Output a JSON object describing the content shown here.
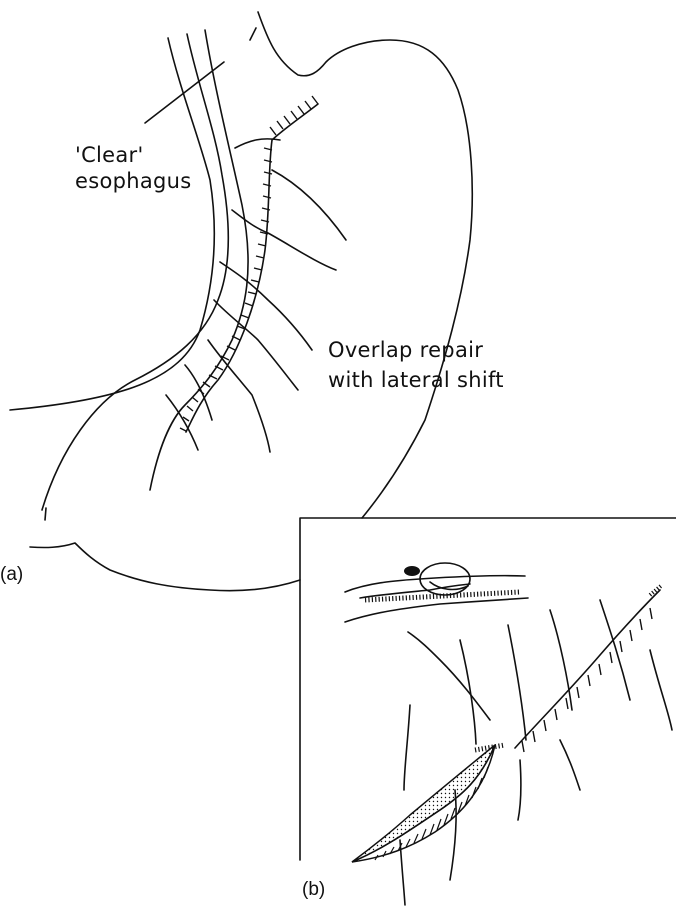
{
  "labels": {
    "clear_line1": "'Clear'",
    "clear_line2": "esophagus",
    "overlap_line1": "Overlap repair",
    "overlap_line2": "with lateral shift"
  },
  "panels": {
    "a": "(a)",
    "b": "(b)"
  },
  "colors": {
    "ink": "#111111",
    "paper": "#ffffff"
  }
}
